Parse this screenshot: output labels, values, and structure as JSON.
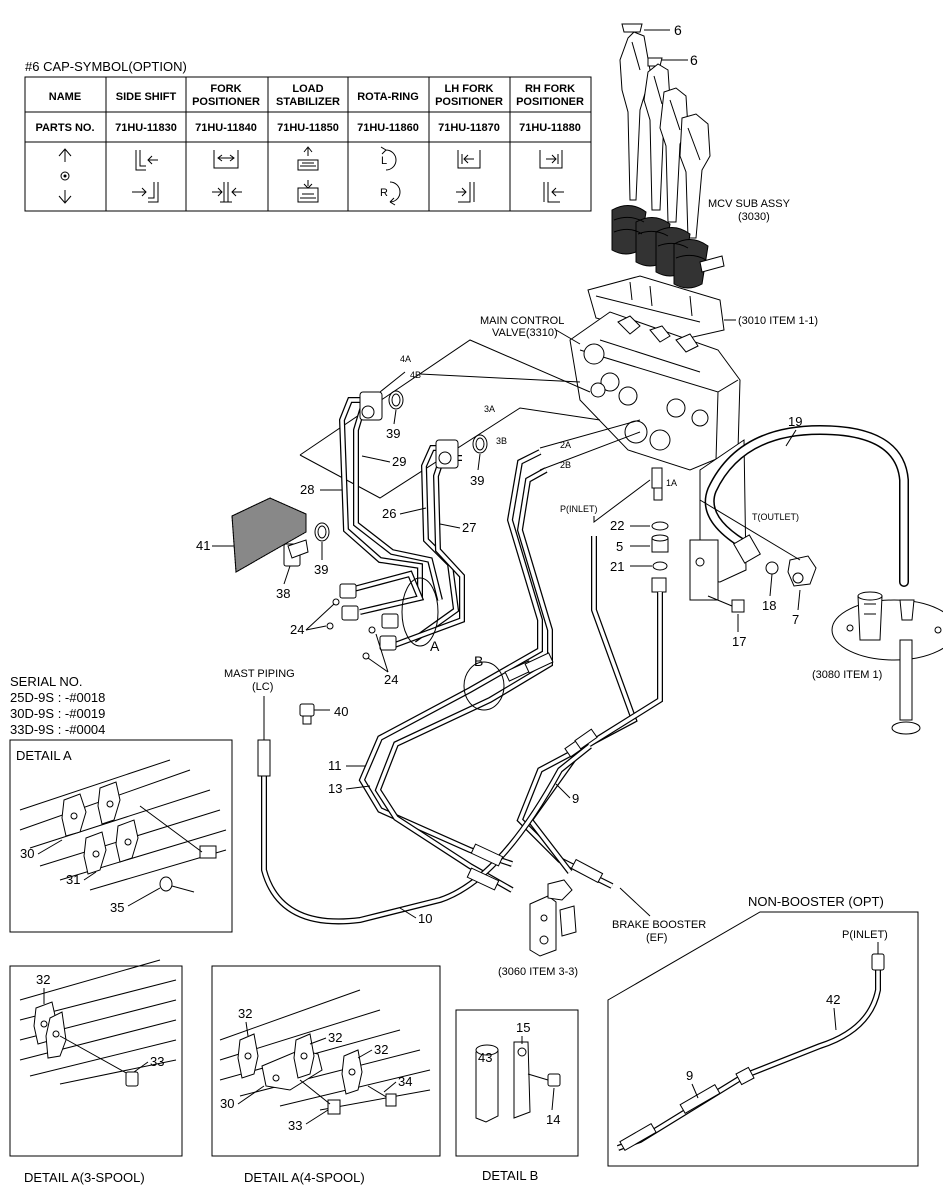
{
  "cap_symbol_table": {
    "title": "#6 CAP-SYMBOL(OPTION)",
    "row_headers": [
      "NAME",
      "PARTS NO."
    ],
    "columns": [
      {
        "name_line1": "SIDE SHIFT",
        "name_line2": "",
        "part_no": "71HU-11830"
      },
      {
        "name_line1": "FORK",
        "name_line2": "POSITIONER",
        "part_no": "71HU-11840"
      },
      {
        "name_line1": "LOAD",
        "name_line2": "STABILIZER",
        "part_no": "71HU-11850"
      },
      {
        "name_line1": "ROTA-RING",
        "name_line2": "",
        "part_no": "71HU-11860"
      },
      {
        "name_line1": "LH FORK",
        "name_line2": "POSITIONER",
        "part_no": "71HU-11870"
      },
      {
        "name_line1": "RH FORK",
        "name_line2": "POSITIONER",
        "part_no": "71HU-11880"
      }
    ],
    "rota_symbols": {
      "upper": "L",
      "lower": "R"
    }
  },
  "serial": {
    "title": "SERIAL NO.",
    "lines": [
      "25D-9S : -#0018",
      "30D-9S : -#0019",
      "33D-9S : -#0004"
    ]
  },
  "assembly_labels": {
    "mcv_sub_assy_1": "MCV SUB ASSY",
    "mcv_sub_assy_2": "(3030)",
    "main_control_valve_1": "MAIN CONTROL",
    "main_control_valve_2": "VALVE(3310)",
    "item_3010": "(3010 ITEM 1-1)",
    "item_3080": "(3080 ITEM 1)",
    "item_3060": "(3060 ITEM 3-3)",
    "mast_piping_1": "MAST PIPING",
    "mast_piping_2": "(LC)",
    "brake_booster_1": "BRAKE BOOSTER",
    "brake_booster_2": "(EF)",
    "p_inlet": "P(INLET)",
    "t_outlet": "T(OUTLET)",
    "port_4a": "4A",
    "port_4b": "4B",
    "port_3a": "3A",
    "port_3b": "3B",
    "port_2a": "2A",
    "port_2b": "2B",
    "port_1a": "1A",
    "callout_a": "A",
    "callout_b": "B"
  },
  "part_numbers": {
    "p6a": "6",
    "p6b": "6",
    "p19": "19",
    "p39a": "39",
    "p29": "29",
    "p39b": "39",
    "p28": "28",
    "p26": "26",
    "p27": "27",
    "p41": "41",
    "p38": "38",
    "p39c": "39",
    "p22": "22",
    "p5": "5",
    "p21": "21",
    "p24a": "24",
    "p24b": "24",
    "p18": "18",
    "p7": "7",
    "p17": "17",
    "p40": "40",
    "p11": "11",
    "p13": "13",
    "p9": "9",
    "p10": "10"
  },
  "detail_a": {
    "title": "DETAIL A",
    "labels": {
      "p30": "30",
      "p31": "31",
      "p35": "35"
    }
  },
  "detail_a_3spool": {
    "caption": "DETAIL A(3-SPOOL)",
    "labels": {
      "p32": "32",
      "p33": "33"
    }
  },
  "detail_a_4spool": {
    "caption": "DETAIL A(4-SPOOL)",
    "labels": {
      "p32a": "32",
      "p32b": "32",
      "p32c": "32",
      "p34": "34",
      "p30": "30",
      "p33": "33"
    }
  },
  "detail_b": {
    "caption": "DETAIL B",
    "labels": {
      "p15": "15",
      "p43": "43",
      "p14": "14"
    }
  },
  "non_booster": {
    "title": "NON-BOOSTER (OPT)",
    "p_inlet": "P(INLET)",
    "labels": {
      "p42": "42",
      "p9": "9"
    }
  }
}
